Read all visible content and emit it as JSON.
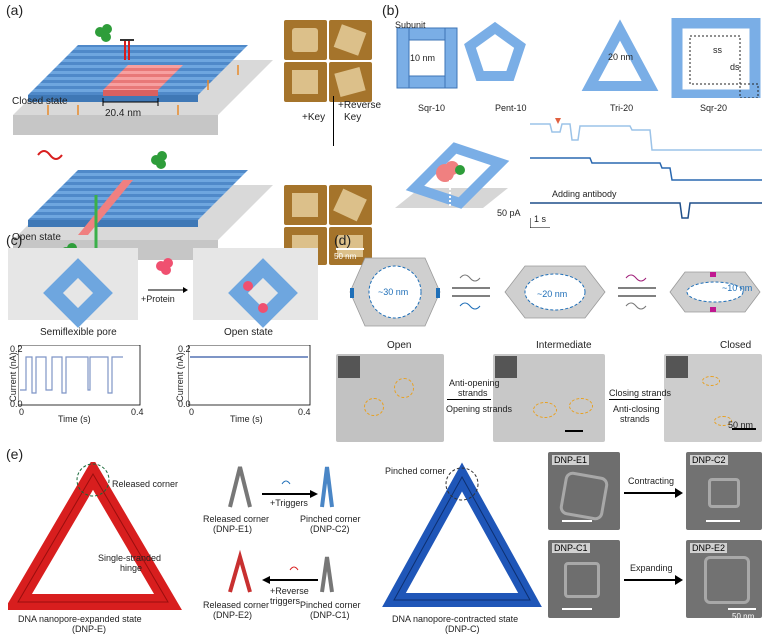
{
  "panels": {
    "a": {
      "label": "(a)",
      "closed_state": "Closed state",
      "open_state": "Open state",
      "dimension": "20.4 nm",
      "key": "+Key",
      "reverse_key_line1": "+Reverse",
      "reverse_key_line2": "Key",
      "scale_bar": "50 nm"
    },
    "b": {
      "label": "(b)",
      "subunit": "Subunit",
      "dim_10": "10 nm",
      "dim_20": "20 nm",
      "ss": "ss",
      "ds": "ds",
      "names": [
        "Sqr-10",
        "Pent-10",
        "Tri-20",
        "Sqr-20"
      ],
      "adding_antibody": "Adding antibody",
      "scale_current": "50 pA",
      "scale_time": "1 s"
    },
    "c": {
      "label": "(c)",
      "protein": "+Protein",
      "semiflexible_pore": "Semiflexible pore",
      "open_state": "Open state",
      "ylabel": "Current (nA)",
      "xlabel": "Time (s)",
      "ticks_left_y": [
        "0.2",
        "0.0"
      ],
      "ticks_right_y": [
        "0.2",
        "0.0"
      ],
      "ticks_x": [
        "0",
        "0.4"
      ]
    },
    "d": {
      "label": "(d)",
      "d30": "~30 nm",
      "d20": "~20 nm",
      "d10": "~10 nm",
      "open": "Open",
      "intermediate": "Intermediate",
      "closed": "Closed",
      "anti_opening_1": "Anti-opening",
      "anti_opening_2": "strands",
      "opening_strands": "Opening strands",
      "closing_strands": "Closing strands",
      "anti_closing_1": "Anti-closing",
      "anti_closing_2": "strands",
      "scale_bar": "50 nm"
    },
    "e": {
      "label": "(e)",
      "released_corner": "Released corner",
      "single_stranded_1": "Single-stranded",
      "single_stranded_2": "hinge",
      "expanded_1": "DNA nanopore-expanded state",
      "expanded_2": "(DNP-E)",
      "triggers": "+Triggers",
      "reverse_triggers_1": "+Reverse",
      "reverse_triggers_2": "triggers",
      "released_e1_1": "Released corner",
      "released_e1_2": "(DNP-E1)",
      "pinched_c2_1": "Pinched corner",
      "pinched_c2_2": "(DNP-C2)",
      "released_e2_1": "Released corner",
      "released_e2_2": "(DNP-E2)",
      "pinched_c1_1": "Pinched corner",
      "pinched_c1_2": "(DNP-C1)",
      "pinched_corner": "Pinched corner",
      "contracted_1": "DNA nanopore-contracted state",
      "contracted_2": "(DNP-C)",
      "dnp_e1": "DNP-E1",
      "dnp_c2": "DNP-C2",
      "dnp_c1": "DNP-C1",
      "dnp_e2": "DNP-E2",
      "contracting": "Contracting",
      "expanding": "Expanding",
      "scale_bar": "50 nm"
    }
  },
  "colors": {
    "dna_blue": "#5b9bd5",
    "dna_dark": "#1f5fa8",
    "pink": "#f08080",
    "red": "#d81e1e",
    "green": "#2e9d3a",
    "trace_light": "#9cc3e8",
    "trace_dark": "#1f4f8a",
    "em_gray": "#8a8a8a",
    "afm_gold": "#b68a3a"
  },
  "icons": [
    "protein-icon",
    "arrow-icon",
    "equilibrium-arrows-icon"
  ]
}
